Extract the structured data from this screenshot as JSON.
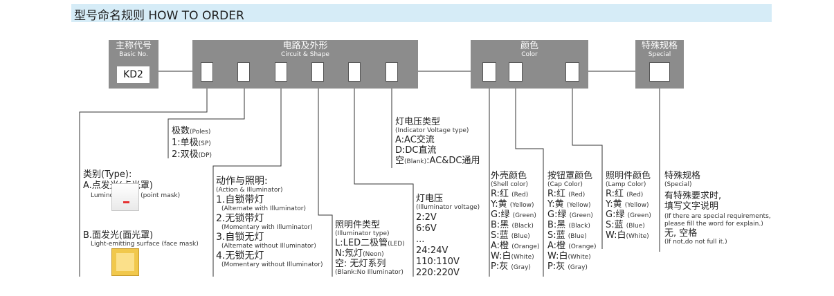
{
  "header": {
    "title": "型号命名规则  HOW TO ORDER"
  },
  "boxes": {
    "basic": {
      "cn": "主称代号",
      "en": "Basic No.",
      "code": "KD2"
    },
    "circuit": {
      "cn": "电路及外形",
      "en": "Circuit  &  Shape"
    },
    "color": {
      "cn": "颜色",
      "en": "Color"
    },
    "special": {
      "cn": "特殊规格",
      "en": "Special"
    }
  },
  "poles": {
    "title": "极数",
    "title_en": "(Poles)",
    "items": [
      {
        "cn": "1:单极",
        "en": "(SP)"
      },
      {
        "cn": "2:双极",
        "en": "(DP)"
      }
    ]
  },
  "type": {
    "title": "类别(Type):",
    "a": {
      "cn": "A.点发光(点光罩)",
      "en": "Luminous point (point mask)"
    },
    "b": {
      "cn": "B.面发光(面光罩)",
      "en": "Light-emitting surface (face mask)"
    }
  },
  "action": {
    "title": "动作与照明:",
    "title_en": "(Action & Illuminator)",
    "items": [
      {
        "cn": "1.自锁带灯",
        "en": "(Alternate with Illuminator)"
      },
      {
        "cn": "2.无锁带灯",
        "en": "(Momentary with Illuminator)"
      },
      {
        "cn": "3.自锁无灯",
        "en": "(Alternate without Illuminator)"
      },
      {
        "cn": "4.无锁无灯",
        "en": "(Momentary without Illuminator)"
      }
    ]
  },
  "illum_type": {
    "title": "照明件类型",
    "title_en": "(Illuminator type)",
    "items": [
      {
        "cn": "L:LED二极管",
        "en": "(LED)"
      },
      {
        "cn": "N:氖灯",
        "en": "(Neon)"
      },
      {
        "cn": "空: 无灯系列",
        "en": "(Blank:No Illuminator)"
      }
    ]
  },
  "indicator": {
    "title": "灯电压类型",
    "title_en": "(Indicator Voltage type)",
    "a": "A:AC交流",
    "d": "D:DC直流",
    "blank_cn": "空",
    "blank_en": "(Blank)",
    "blank_tail": ":AC&DC通用"
  },
  "voltage": {
    "title": "灯电压",
    "title_en": "(Illuminator voltage)",
    "items": [
      "2:2V",
      "6:6V",
      "...",
      "24:24V",
      "110:110V",
      "220:220V"
    ]
  },
  "shell": {
    "title": "外壳颜色",
    "title_en": "(Shell color)",
    "items": [
      {
        "cn": "R:红",
        "en": "(Red)"
      },
      {
        "cn": "Y:黄",
        "en": "(Yellow)"
      },
      {
        "cn": "G:绿",
        "en": "(Green)"
      },
      {
        "cn": "B:黑",
        "en": "(Black)"
      },
      {
        "cn": "S:蓝",
        "en": "(Blue)"
      },
      {
        "cn": "A:橙",
        "en": "(Orange)"
      },
      {
        "cn": "W:白",
        "en": "(White)"
      },
      {
        "cn": "P:灰",
        "en": "(Gray)"
      }
    ]
  },
  "cap": {
    "title": "按钮罩颜色",
    "title_en": "(Cap Color)",
    "items": [
      {
        "cn": "R:红",
        "en": "(Red)"
      },
      {
        "cn": "Y:黄",
        "en": "(Yellow)"
      },
      {
        "cn": "G:绿",
        "en": "(Green)"
      },
      {
        "cn": "B:黑",
        "en": "(Black)"
      },
      {
        "cn": "S:蓝",
        "en": "(Blue)"
      },
      {
        "cn": "A:橙",
        "en": "(Orange)"
      },
      {
        "cn": "W:白",
        "en": "(White)"
      },
      {
        "cn": "P:灰",
        "en": "(Gray)"
      }
    ]
  },
  "lamp": {
    "title": "照明件颜色",
    "title_en": "(Lamp Color)",
    "items": [
      {
        "cn": "R:红",
        "en": "(Red)"
      },
      {
        "cn": "Y:黄",
        "en": "(Yellow)"
      },
      {
        "cn": "G:绿",
        "en": "(Green)"
      },
      {
        "cn": "S:蓝",
        "en": "(Blue)"
      },
      {
        "cn": "W:白",
        "en": "(White)"
      }
    ]
  },
  "special": {
    "title": "特殊规格",
    "title_en": "(Special)",
    "line1": "有特殊要求时,",
    "line2": "填写文字说明",
    "en1": "(If there are special requirements,",
    "en2": "please fill the word for explain.)",
    "none": "无, 空格",
    "none_en": "(If not,do not full it.)"
  }
}
